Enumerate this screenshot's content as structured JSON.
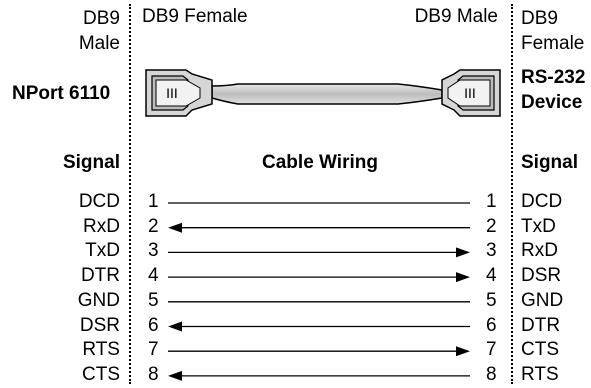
{
  "header": {
    "left_connector": "DB9\nMale",
    "cable_left_connector": "DB9 Female",
    "cable_right_connector": "DB9 Male",
    "right_connector": "DB9\nFemale"
  },
  "devices": {
    "left": "NPort 6110",
    "right": "RS-232\nDevice"
  },
  "connector_label": "III",
  "columns": {
    "left_signal": "Signal",
    "cable_wiring": "Cable Wiring",
    "right_signal": "Signal"
  },
  "wiring": [
    {
      "left_signal": "DCD",
      "left_pin": "1",
      "right_pin": "1",
      "right_signal": "DCD",
      "direction": "none"
    },
    {
      "left_signal": "RxD",
      "left_pin": "2",
      "right_pin": "2",
      "right_signal": "TxD",
      "direction": "left"
    },
    {
      "left_signal": "TxD",
      "left_pin": "3",
      "right_pin": "3",
      "right_signal": "RxD",
      "direction": "right"
    },
    {
      "left_signal": "DTR",
      "left_pin": "4",
      "right_pin": "4",
      "right_signal": "DSR",
      "direction": "right"
    },
    {
      "left_signal": "GND",
      "left_pin": "5",
      "right_pin": "5",
      "right_signal": "GND",
      "direction": "none"
    },
    {
      "left_signal": "DSR",
      "left_pin": "6",
      "right_pin": "6",
      "right_signal": "DTR",
      "direction": "left"
    },
    {
      "left_signal": "RTS",
      "left_pin": "7",
      "right_pin": "7",
      "right_signal": "CTS",
      "direction": "right"
    },
    {
      "left_signal": "CTS",
      "left_pin": "8",
      "right_pin": "8",
      "right_signal": "RTS",
      "direction": "left"
    }
  ]
}
